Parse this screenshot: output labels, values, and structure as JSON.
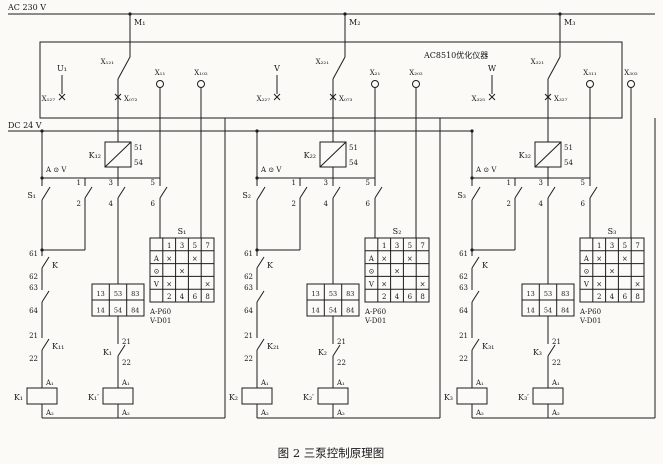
{
  "caption": "图 2  三泵控制原理图",
  "power": {
    "ac": "AC 230 V",
    "dc": "DC 24 V",
    "device": "AC8510优化仪器"
  },
  "pumps": [
    {
      "bus": "M₁",
      "phase": "U₁",
      "sw": "X₁₂₁",
      "term_a": "X₁₂₇",
      "term_b": "X₀₇₂",
      "term_c1": "X₁₁",
      "term_c2": "X₁₀₂",
      "relay": "K₁₂",
      "relay_p1": "51",
      "relay_p2": "54",
      "sel": "A ⊙ V",
      "s": "S₁",
      "p1": "1",
      "p2": "2",
      "p3": "3",
      "p4": "4",
      "p5": "5",
      "p6": "6",
      "k": "K",
      "c1t": "61",
      "c1b": "62",
      "c2t": "63",
      "c2b": "64",
      "c3": "K₁₁",
      "c3t": "21",
      "c3b": "22",
      "c4": "K₁",
      "c4t": "21",
      "c4b": "22",
      "a1": "A₁",
      "a2": "A₂",
      "coil1": "K₁",
      "coil2": "K₁′",
      "block": {
        "t": [
          "13",
          "53",
          "83"
        ],
        "b": [
          "14",
          "54",
          "84"
        ]
      },
      "table": {
        "title": "S₁",
        "top": [
          "1",
          "3",
          "5",
          "7"
        ],
        "rows": [
          "A",
          "⊙",
          "V"
        ],
        "marks": [
          [
            "×",
            "",
            "×",
            ""
          ],
          [
            "",
            "×",
            "",
            ""
          ],
          [
            "×",
            "",
            "",
            "×"
          ]
        ],
        "bottom": [
          "2",
          "4",
          "6",
          "8"
        ]
      },
      "note1": "A-P60",
      "note2": "V-D01"
    },
    {
      "bus": "M₂",
      "phase": "V",
      "sw": "X₂₂₁",
      "term_a": "X₂₂₇",
      "term_b": "X₀₇₃",
      "term_c1": "X₂₁",
      "term_c2": "X₂₀₂",
      "relay": "K₂₂",
      "relay_p1": "51",
      "relay_p2": "54",
      "sel": "A ⊙ V",
      "s": "S₂",
      "p1": "1",
      "p2": "2",
      "p3": "3",
      "p4": "4",
      "p5": "5",
      "p6": "6",
      "k": "K",
      "c1t": "61",
      "c1b": "62",
      "c2t": "63",
      "c2b": "64",
      "c3": "K₂₁",
      "c3t": "21",
      "c3b": "22",
      "c4": "K₂",
      "c4t": "21",
      "c4b": "22",
      "a1": "A₁",
      "a2": "A₂",
      "coil1": "K₂",
      "coil2": "K₂′",
      "block": {
        "t": [
          "13",
          "53",
          "83"
        ],
        "b": [
          "14",
          "54",
          "84"
        ]
      },
      "table": {
        "title": "S₂",
        "top": [
          "1",
          "3",
          "5",
          "7"
        ],
        "rows": [
          "A",
          "⊙",
          "V"
        ],
        "marks": [
          [
            "×",
            "",
            "×",
            ""
          ],
          [
            "",
            "×",
            "",
            ""
          ],
          [
            "×",
            "",
            "",
            "×"
          ]
        ],
        "bottom": [
          "2",
          "4",
          "6",
          "8"
        ]
      },
      "note1": "A-P60",
      "note2": "V-D01"
    },
    {
      "bus": "M₃",
      "phase": "W",
      "sw": "X₃₂₁",
      "term_a": "X₃₂₅",
      "term_b": "X₃₂₇",
      "term_c1": "X₃₁₁",
      "term_c2": "X₃₀₂",
      "relay": "K₃₂",
      "relay_p1": "51",
      "relay_p2": "54",
      "sel": "A ⊙ V",
      "s": "S₃",
      "p1": "1",
      "p2": "2",
      "p3": "3",
      "p4": "4",
      "p5": "5",
      "p6": "6",
      "k": "K",
      "c1t": "61",
      "c1b": "62",
      "c2t": "63",
      "c2b": "64",
      "c3": "K₃₁",
      "c3t": "21",
      "c3b": "22",
      "c4": "K₃",
      "c4t": "21",
      "c4b": "22",
      "a1": "A₁",
      "a2": "A₂",
      "coil1": "K₃",
      "coil2": "K₃′",
      "block": {
        "t": [
          "13",
          "53",
          "83"
        ],
        "b": [
          "14",
          "54",
          "84"
        ]
      },
      "table": {
        "title": "S₃",
        "top": [
          "1",
          "3",
          "5",
          "7"
        ],
        "rows": [
          "A",
          "⊙",
          "V"
        ],
        "marks": [
          [
            "×",
            "",
            "×",
            ""
          ],
          [
            "",
            "×",
            "",
            ""
          ],
          [
            "×",
            "",
            "",
            "×"
          ]
        ],
        "bottom": [
          "2",
          "4",
          "6",
          "8"
        ]
      },
      "note1": "A-P60",
      "note2": "V-D01"
    }
  ]
}
